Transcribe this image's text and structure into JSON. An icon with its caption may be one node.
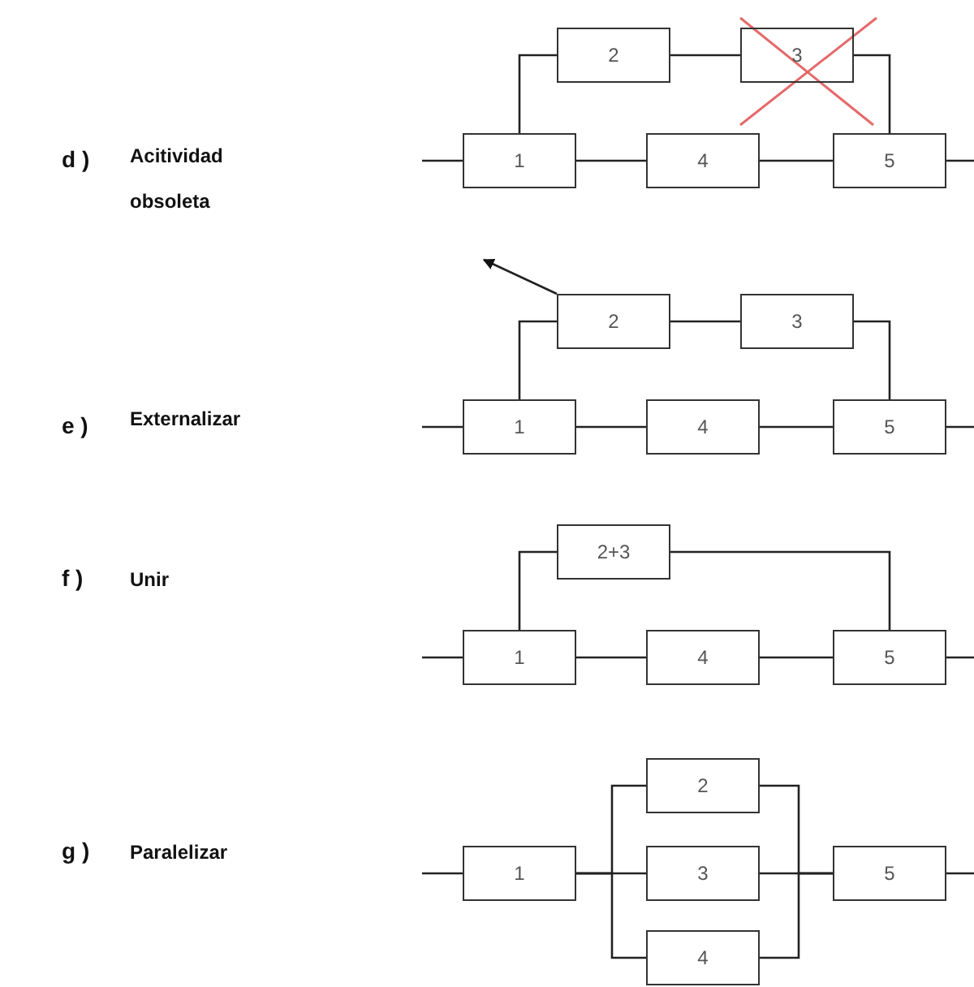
{
  "diagram": {
    "nodes": [
      {
        "text": [
          "2"
        ]
      },
      {
        "text": [
          "3"
        ]
      },
      {
        "text": [
          "1"
        ]
      },
      {
        "text": [
          "4"
        ]
      },
      {
        "text": [
          "5"
        ]
      },
      {
        "text": [
          "2"
        ]
      },
      {
        "text": [
          "3"
        ]
      },
      {
        "text": [
          "1"
        ]
      },
      {
        "text": [
          "4"
        ]
      },
      {
        "text": [
          "5"
        ]
      },
      {
        "text": [
          "2+3"
        ]
      },
      {
        "text": [
          "1"
        ]
      },
      {
        "text": [
          "4"
        ]
      },
      {
        "text": [
          "5"
        ]
      },
      {
        "text": [
          "2"
        ]
      },
      {
        "text": [
          "1"
        ]
      },
      {
        "text": [
          "3"
        ]
      },
      {
        "text": [
          "5"
        ]
      },
      {
        "text": [
          "4"
        ]
      }
    ],
    "edges": [
      {
        "from": null,
        "to": 2,
        "arrow": "none"
      },
      {
        "from": 2,
        "to": 3,
        "arrow": "none"
      },
      {
        "from": 3,
        "to": 4,
        "arrow": "none"
      },
      {
        "from": 4,
        "to": null,
        "arrow": "none"
      },
      {
        "from": 2,
        "to": 0,
        "arrow": "none"
      },
      {
        "from": 0,
        "to": 1,
        "arrow": "none"
      },
      {
        "from": 1,
        "to": 4,
        "arrow": "none"
      },
      {
        "from": null,
        "to": 7,
        "arrow": "none"
      },
      {
        "from": 7,
        "to": 8,
        "arrow": "none"
      },
      {
        "from": 8,
        "to": 9,
        "arrow": "none"
      },
      {
        "from": 9,
        "to": null,
        "arrow": "none"
      },
      {
        "from": 7,
        "to": 5,
        "arrow": "none"
      },
      {
        "from": 5,
        "to": 6,
        "arrow": "none"
      },
      {
        "from": 6,
        "to": 9,
        "arrow": "none"
      },
      {
        "from": 5,
        "to": null,
        "arrow": "to"
      },
      {
        "from": null,
        "to": 11,
        "arrow": "none"
      },
      {
        "from": 11,
        "to": 12,
        "arrow": "none"
      },
      {
        "from": 12,
        "to": 13,
        "arrow": "none"
      },
      {
        "from": 13,
        "to": null,
        "arrow": "none"
      },
      {
        "from": 11,
        "to": 10,
        "arrow": "none"
      },
      {
        "from": 10,
        "to": 13,
        "arrow": "none"
      },
      {
        "from": null,
        "to": 15,
        "arrow": "none"
      },
      {
        "from": 15,
        "to": 14,
        "arrow": "none"
      },
      {
        "from": 15,
        "to": 16,
        "arrow": "none"
      },
      {
        "from": 15,
        "to": 18,
        "arrow": "none"
      },
      {
        "from": 14,
        "to": 17,
        "arrow": "none"
      },
      {
        "from": 16,
        "to": 17,
        "arrow": "none"
      },
      {
        "from": 18,
        "to": 17,
        "arrow": "none"
      },
      {
        "from": 17,
        "to": null,
        "arrow": "none"
      }
    ],
    "labels": [
      "d )",
      "Acitividad obsoleta",
      "e )",
      "Externalizar",
      "f )",
      "Unir",
      "g )",
      "Paralelizar"
    ]
  }
}
